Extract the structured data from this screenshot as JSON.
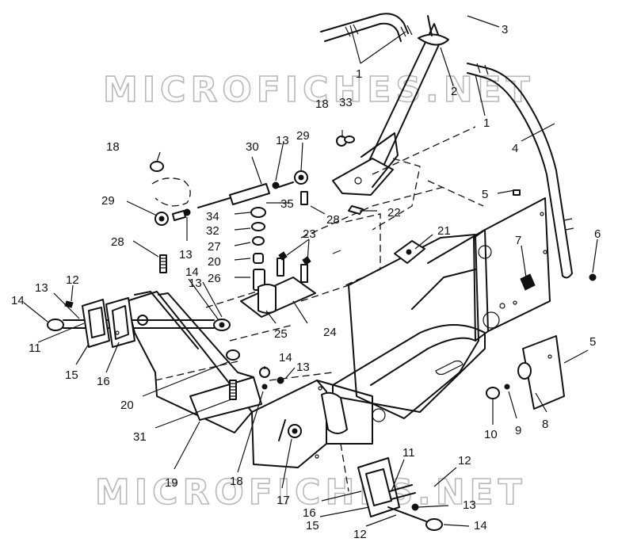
{
  "watermark": {
    "top": "MICROFICHES.NET",
    "bottom": "MICROFICHES.NET"
  },
  "callouts": [
    {
      "id": "c1a",
      "label": "1"
    },
    {
      "id": "c1b",
      "label": "1"
    },
    {
      "id": "c2",
      "label": "2"
    },
    {
      "id": "c3",
      "label": "3"
    },
    {
      "id": "c4",
      "label": "4"
    },
    {
      "id": "c5a",
      "label": "5"
    },
    {
      "id": "c5b",
      "label": "5"
    },
    {
      "id": "c6",
      "label": "6"
    },
    {
      "id": "c7",
      "label": "7"
    },
    {
      "id": "c8",
      "label": "8"
    },
    {
      "id": "c9",
      "label": "9"
    },
    {
      "id": "c10",
      "label": "10"
    },
    {
      "id": "c11a",
      "label": "11"
    },
    {
      "id": "c11b",
      "label": "11"
    },
    {
      "id": "c12a",
      "label": "12"
    },
    {
      "id": "c12b",
      "label": "12"
    },
    {
      "id": "c12c",
      "label": "12"
    },
    {
      "id": "c13a",
      "label": "13"
    },
    {
      "id": "c13b",
      "label": "13"
    },
    {
      "id": "c13c",
      "label": "13"
    },
    {
      "id": "c13d",
      "label": "13"
    },
    {
      "id": "c13e",
      "label": "13"
    },
    {
      "id": "c13f",
      "label": "13"
    },
    {
      "id": "c14a",
      "label": "14"
    },
    {
      "id": "c14b",
      "label": "14"
    },
    {
      "id": "c14c",
      "label": "14"
    },
    {
      "id": "c14d",
      "label": "14"
    },
    {
      "id": "c15a",
      "label": "15"
    },
    {
      "id": "c15b",
      "label": "15"
    },
    {
      "id": "c16a",
      "label": "16"
    },
    {
      "id": "c16b",
      "label": "16"
    },
    {
      "id": "c17",
      "label": "17"
    },
    {
      "id": "c18a",
      "label": "18"
    },
    {
      "id": "c18b",
      "label": "18"
    },
    {
      "id": "c18c",
      "label": "18"
    },
    {
      "id": "c19",
      "label": "19"
    },
    {
      "id": "c20a",
      "label": "20"
    },
    {
      "id": "c20b",
      "label": "20"
    },
    {
      "id": "c21",
      "label": "21"
    },
    {
      "id": "c22",
      "label": "22"
    },
    {
      "id": "c23",
      "label": "23"
    },
    {
      "id": "c24",
      "label": "24"
    },
    {
      "id": "c25",
      "label": "25"
    },
    {
      "id": "c26",
      "label": "26"
    },
    {
      "id": "c27",
      "label": "27"
    },
    {
      "id": "c28a",
      "label": "28"
    },
    {
      "id": "c28b",
      "label": "28"
    },
    {
      "id": "c29a",
      "label": "29"
    },
    {
      "id": "c29b",
      "label": "29"
    },
    {
      "id": "c30",
      "label": "30"
    },
    {
      "id": "c31",
      "label": "31"
    },
    {
      "id": "c32",
      "label": "32"
    },
    {
      "id": "c33",
      "label": "33"
    },
    {
      "id": "c34",
      "label": "34"
    },
    {
      "id": "c35",
      "label": "35"
    }
  ]
}
